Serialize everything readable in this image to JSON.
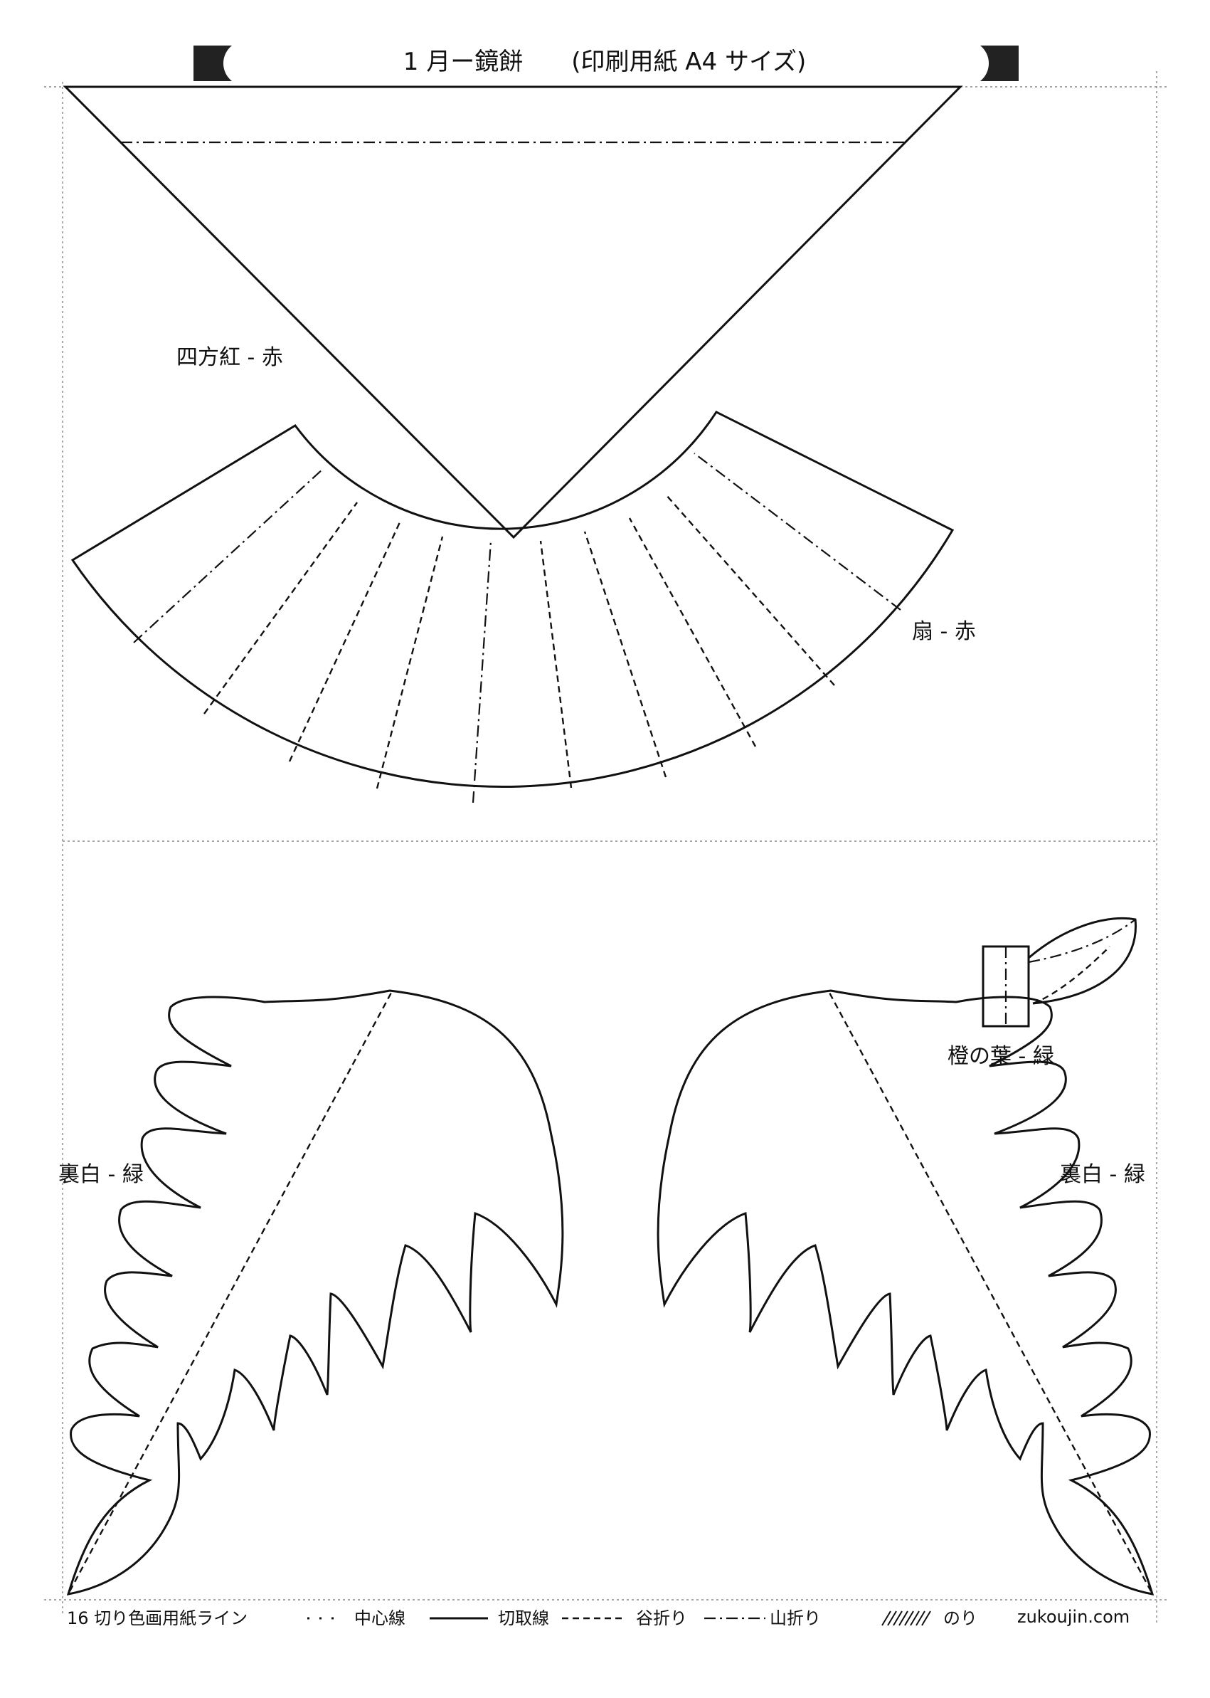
{
  "header": {
    "title": "1 月ー鏡餅　　(印刷用紙 A4 サイズ)"
  },
  "labels": {
    "shihobeni": "四方紅 - 赤",
    "ogi": "扇 - 赤",
    "daidai_leaf": "橙の葉 - 緑",
    "urajiro_left": "裏白 - 緑",
    "urajiro_right": "裏白 - 緑"
  },
  "legend": {
    "grid_line": "16 切り色画用紙ライン",
    "center_line": "中心線",
    "cut_line": "切取線",
    "valley_fold": "谷折り",
    "mountain_fold": "山折り",
    "glue": "のり",
    "site": "zukoujin.com"
  },
  "colors": {
    "ink": "#111111",
    "guide": "#888888",
    "paper": "#ffffff"
  },
  "icons": {
    "header_left": "crescent-tab-left-icon",
    "header_right": "crescent-tab-right-icon",
    "glue": "glue-hatch-icon"
  }
}
